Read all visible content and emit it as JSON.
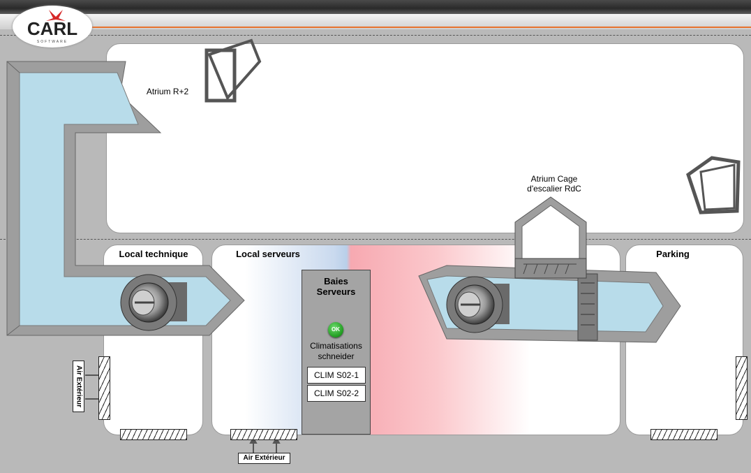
{
  "app": {
    "brand": "CARL",
    "brand_sub": "SOFTWARE"
  },
  "colors": {
    "accent": "#e8732d",
    "duct_face": "#a9a9a9",
    "duct_air": "#b7dbe8",
    "status_ok": "#22a022"
  },
  "zones": {
    "atrium_r2": "Atrium R+2",
    "atrium_cage": "Atrium Cage\nd'escalier RdC",
    "local_technique": "Local technique",
    "local_serveurs": "Local serveurs",
    "parking": "Parking"
  },
  "baies": {
    "title": "Baies\nServeurs",
    "status": "OK",
    "system_label": "Climatisations\nschneider",
    "units": [
      "CLIM S02-1",
      "CLIM S02-2"
    ]
  },
  "air_exterieur": [
    "Air Extérieur",
    "Air Extérieur"
  ],
  "icons": [
    "fan-icon",
    "window-icon",
    "grille-icon",
    "arrow-up-icon",
    "arrow-right-icon"
  ]
}
